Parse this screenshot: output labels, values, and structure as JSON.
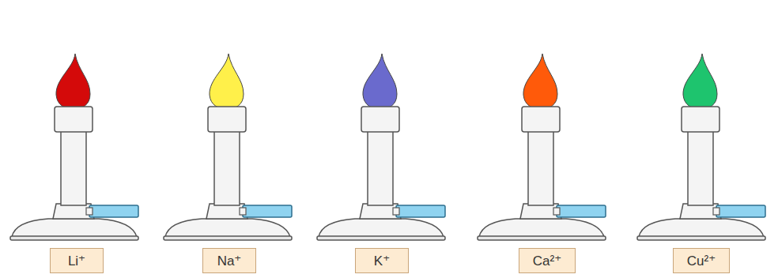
{
  "diagram": {
    "nodes": [
      {
        "text": [
          "Li⁺"
        ]
      },
      {
        "text": [
          "Na⁺"
        ]
      },
      {
        "text": [
          "K⁺"
        ]
      },
      {
        "text": [
          "Ca²⁺"
        ]
      },
      {
        "text": [
          "Cu²⁺"
        ]
      }
    ]
  }
}
